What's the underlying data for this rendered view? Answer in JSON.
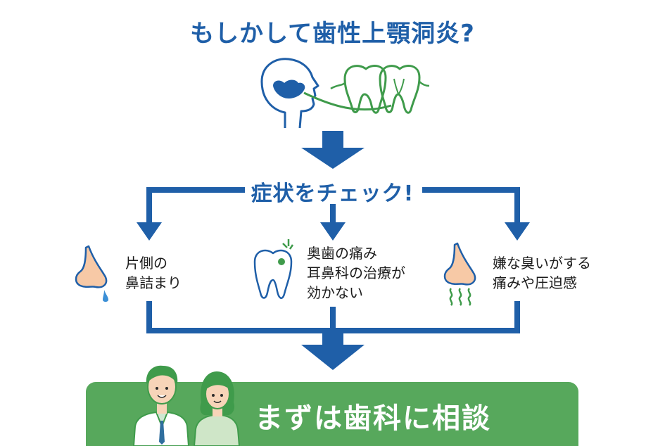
{
  "title": "もしかして歯性上顎洞炎?",
  "check_label": "症状をチェック!",
  "symptoms": [
    {
      "lines": [
        "片側の",
        "鼻詰まり"
      ],
      "icon": "runny-nose-icon"
    },
    {
      "lines": [
        "奥歯の痛み",
        "耳鼻科の治療が",
        "効かない"
      ],
      "icon": "aching-tooth-icon"
    },
    {
      "lines": [
        "嫌な臭いがする",
        "痛みや圧迫感"
      ],
      "icon": "smelly-nose-icon"
    }
  ],
  "cta": "まずは歯科に相談",
  "header_icons": [
    "head-sinus-icon",
    "molar-teeth-icon"
  ],
  "people_icons": [
    "doctor-icon",
    "woman-icon"
  ],
  "colors": {
    "blue": "#1f5fa8",
    "green": "#57a85c",
    "line_green": "#3f9b4b",
    "skin": "#f7c9a6"
  }
}
